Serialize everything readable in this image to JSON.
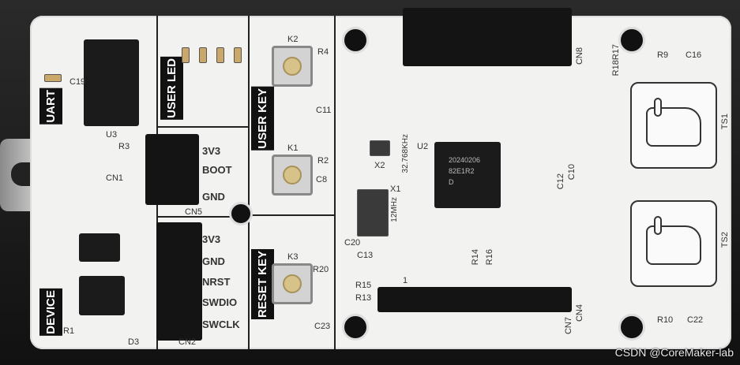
{
  "board": {
    "section_labels": {
      "uart": "UART",
      "user_led": "USER LED",
      "user_key": "USER KEY",
      "reset_key": "RESET KEY",
      "device": "DEVICE"
    },
    "pin_labels_top": [
      "3V3",
      "BOOT",
      "GND"
    ],
    "pin_labels_swd": [
      "3V3",
      "GND",
      "NRST",
      "SWDIO",
      "SWCLK"
    ],
    "components": {
      "k1": "K1",
      "k2": "K2",
      "k3": "K3",
      "u2": "U2",
      "u3": "U3",
      "cn1": "CN1",
      "cn2": "CN2",
      "cn4": "CN4",
      "cn5": "CN5",
      "cn7": "CN7",
      "cn8": "CN8",
      "x1": "X1",
      "x2": "X2",
      "ts1": "TS1",
      "ts2": "TS2",
      "c19": "C19",
      "c13": "C13",
      "c23": "C23",
      "c22": "C22",
      "c16": "C16",
      "c11": "C11",
      "c8": "C8",
      "c20": "C20",
      "c12": "C12",
      "c10": "C10",
      "r9": "R9",
      "r10": "R10",
      "r1": "R1",
      "r2": "R2",
      "r3": "R3",
      "r4": "R4",
      "r15": "R15",
      "r13": "R13",
      "r14": "R14",
      "r16": "R16",
      "r20": "R20",
      "d3": "D3",
      "r18r17": "R18R17",
      "crystal_32k": "32.768KHz",
      "crystal_12m": "12MHz",
      "pin1": "1"
    },
    "chip_marking": [
      "20240206",
      "82E1R2",
      "D"
    ]
  },
  "watermark": "CSDN @CoreMaker-lab"
}
